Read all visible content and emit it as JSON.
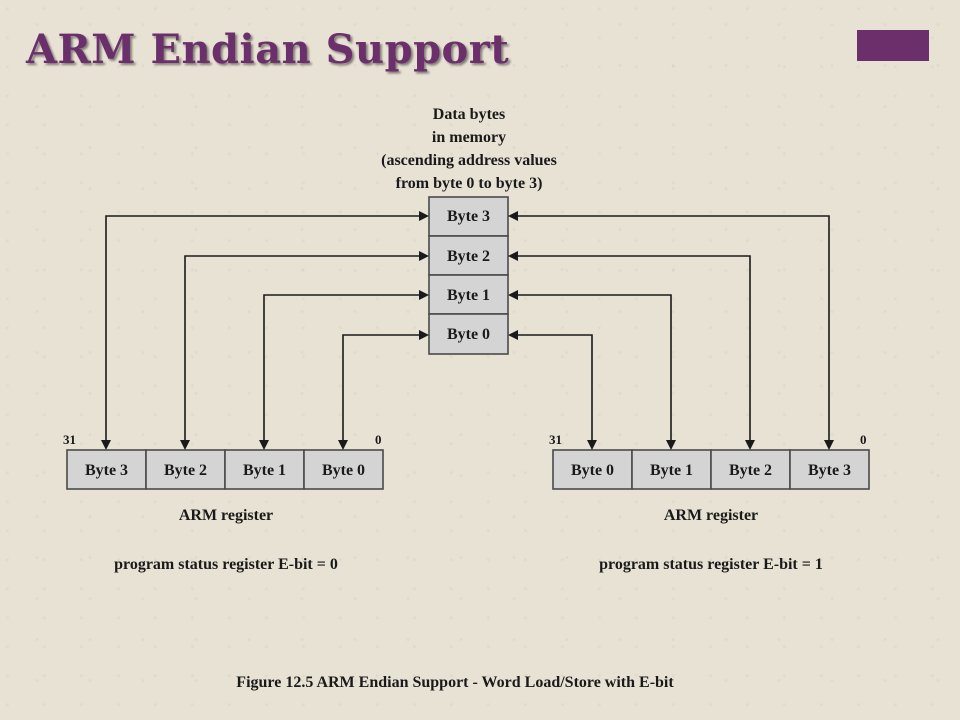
{
  "slide": {
    "title": "ARM Endian Support",
    "accent_color": "#6b2f6b"
  },
  "memory": {
    "caption": [
      "Data bytes",
      "in memory",
      "(ascending address values",
      "from byte 0 to byte 3)"
    ],
    "cells": [
      "Byte 3",
      "Byte 2",
      "Byte 1",
      "Byte 0"
    ]
  },
  "left_register": {
    "bit_high": "31",
    "bit_low": "0",
    "cells": [
      "Byte 3",
      "Byte 2",
      "Byte 1",
      "Byte 0"
    ],
    "name": "ARM register",
    "status": "program status register E-bit = 0"
  },
  "right_register": {
    "bit_high": "31",
    "bit_low": "0",
    "cells": [
      "Byte 0",
      "Byte 1",
      "Byte 2",
      "Byte 3"
    ],
    "name": "ARM register",
    "status": "program status register E-bit = 1"
  },
  "figure_caption": "Figure 12.5  ARM Endian Support - Word Load/Store with E-bit"
}
